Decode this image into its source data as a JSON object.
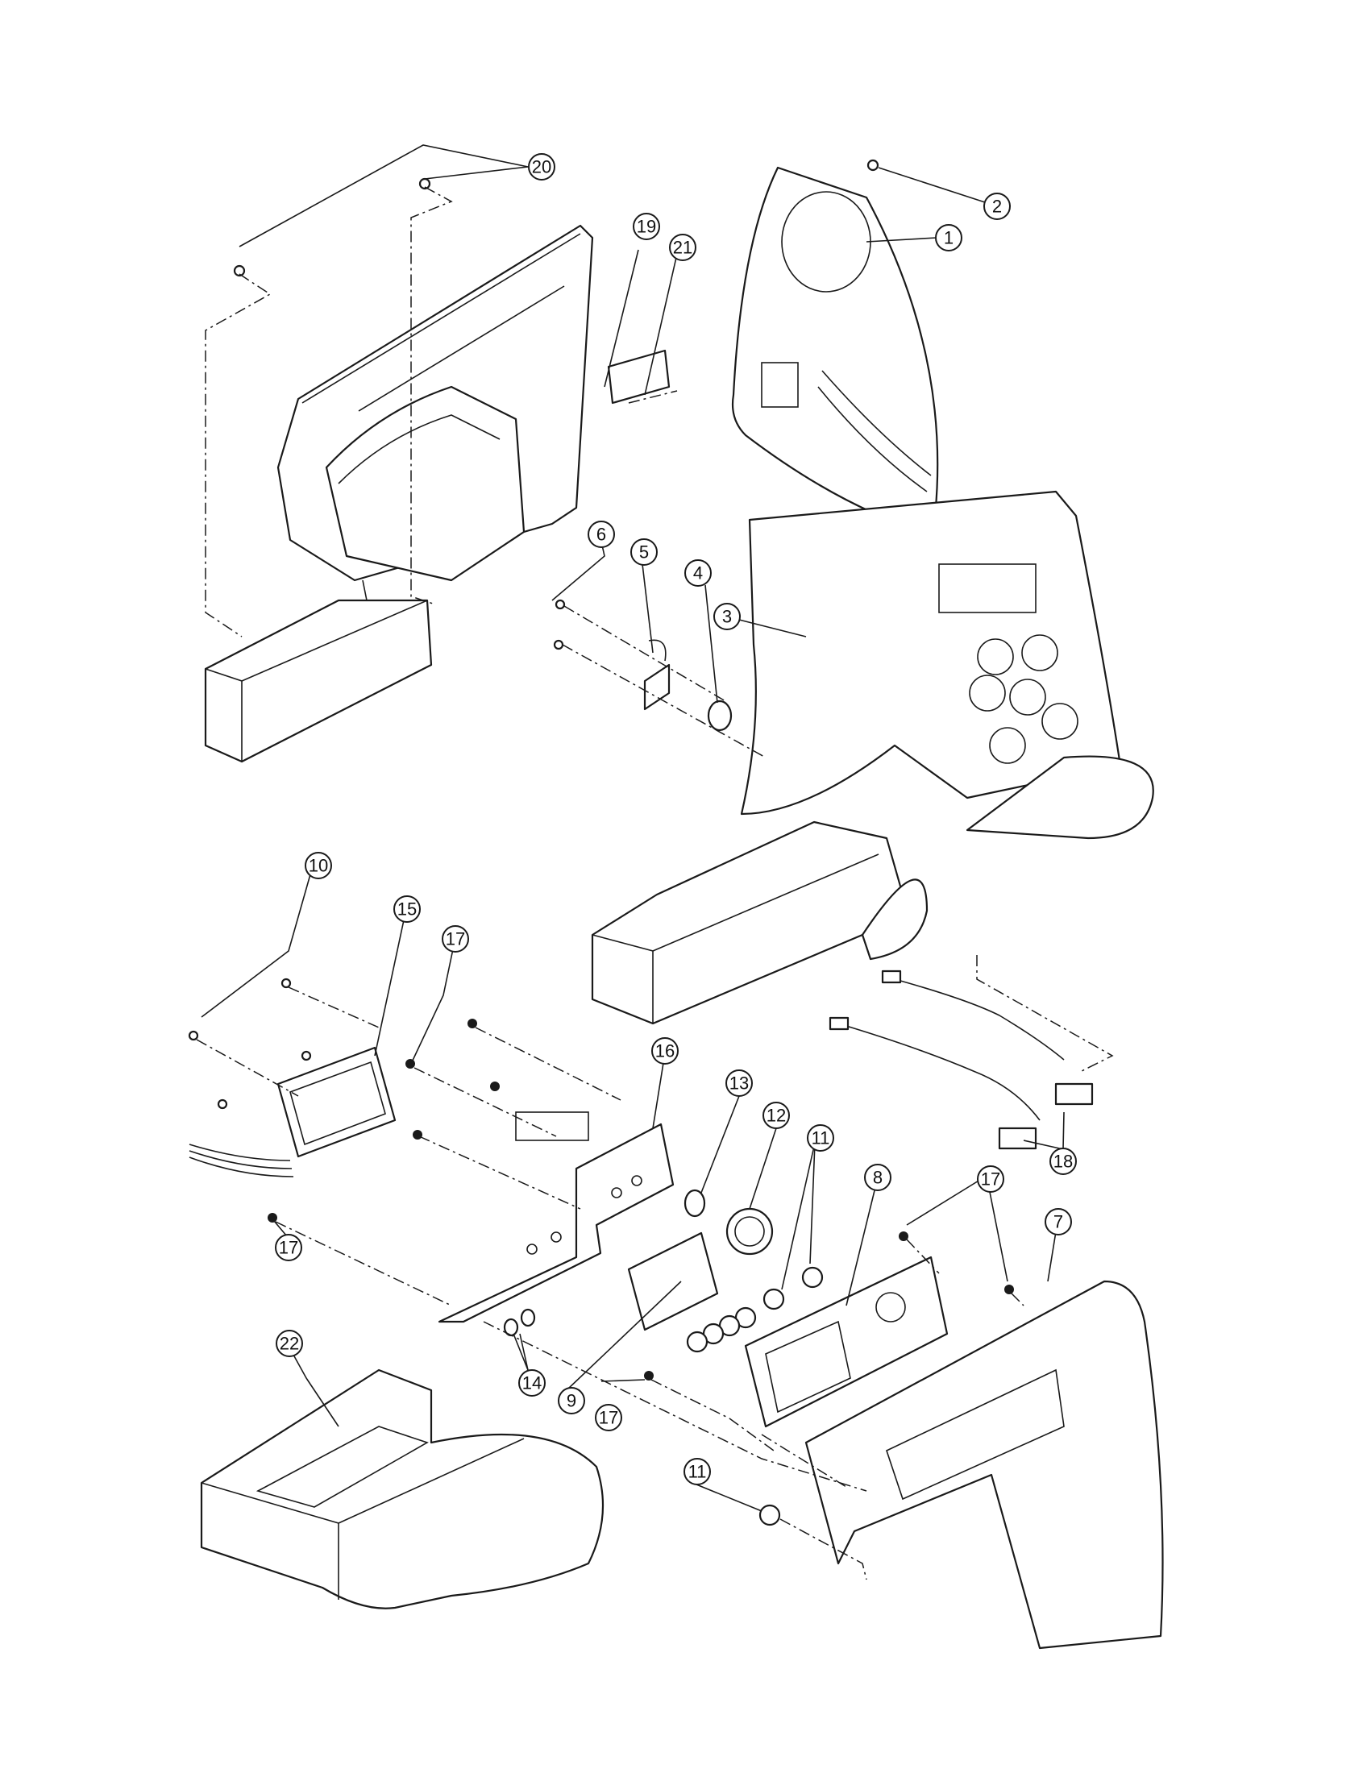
{
  "callouts": [
    {
      "id": "1",
      "label": "1"
    },
    {
      "id": "2",
      "label": "2"
    },
    {
      "id": "3",
      "label": "3"
    },
    {
      "id": "4",
      "label": "4"
    },
    {
      "id": "5",
      "label": "5"
    },
    {
      "id": "6",
      "label": "6"
    },
    {
      "id": "7",
      "label": "7"
    },
    {
      "id": "8",
      "label": "8"
    },
    {
      "id": "9",
      "label": "9"
    },
    {
      "id": "10",
      "label": "10"
    },
    {
      "id": "11a",
      "label": "11"
    },
    {
      "id": "11b",
      "label": "11"
    },
    {
      "id": "12",
      "label": "12"
    },
    {
      "id": "13",
      "label": "13"
    },
    {
      "id": "14",
      "label": "14"
    },
    {
      "id": "15",
      "label": "15"
    },
    {
      "id": "16",
      "label": "16"
    },
    {
      "id": "17a",
      "label": "17"
    },
    {
      "id": "17b",
      "label": "17"
    },
    {
      "id": "17c",
      "label": "17"
    },
    {
      "id": "17d",
      "label": "17"
    },
    {
      "id": "18",
      "label": "18"
    },
    {
      "id": "19",
      "label": "19"
    },
    {
      "id": "20",
      "label": "20"
    },
    {
      "id": "21",
      "label": "21"
    },
    {
      "id": "22",
      "label": "22"
    }
  ]
}
